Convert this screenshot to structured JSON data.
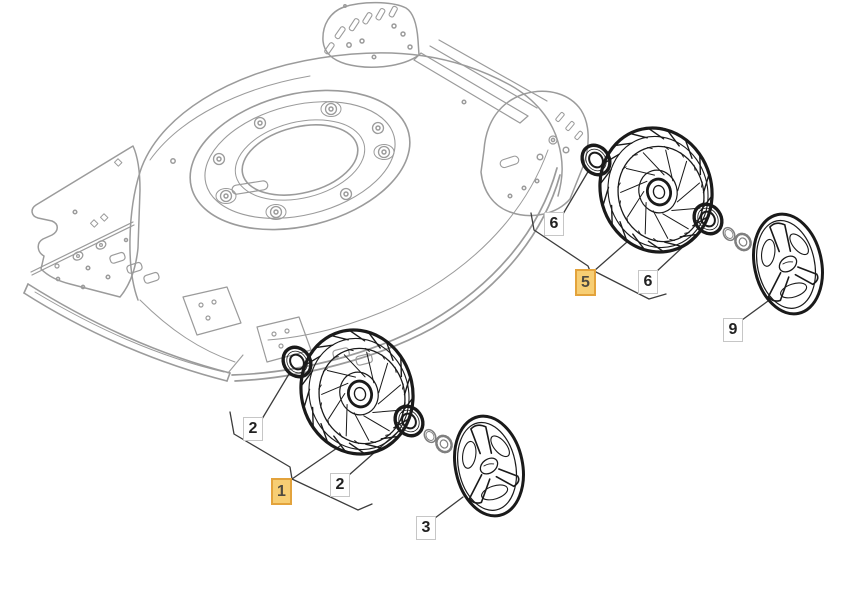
{
  "figure": {
    "type": "exploded-parts-diagram",
    "subject": "lawn-mower-deck-with-wheel-assemblies",
    "background_color": "#ffffff",
    "colors": {
      "deck_line": "#9b9b9b",
      "part_line": "#1a1a1a",
      "hardware_line": "#7f7f7f",
      "leader_line": "#3c3c3c",
      "callout_bg": "#ffffff",
      "callout_border": "#c6c6c6",
      "callout_text": "#222222",
      "highlight_bg": "#f7ce74",
      "highlight_border": "#e3a33c",
      "highlight_text": "#4f4a40",
      "background": "#ffffff"
    },
    "callouts": [
      {
        "label": "2",
        "highlighted": false
      },
      {
        "label": "1",
        "highlighted": true
      },
      {
        "label": "2",
        "highlighted": false
      },
      {
        "label": "3",
        "highlighted": false
      },
      {
        "label": "6",
        "highlighted": false
      },
      {
        "label": "5",
        "highlighted": true
      },
      {
        "label": "6",
        "highlighted": false
      },
      {
        "label": "9",
        "highlighted": false
      }
    ]
  }
}
